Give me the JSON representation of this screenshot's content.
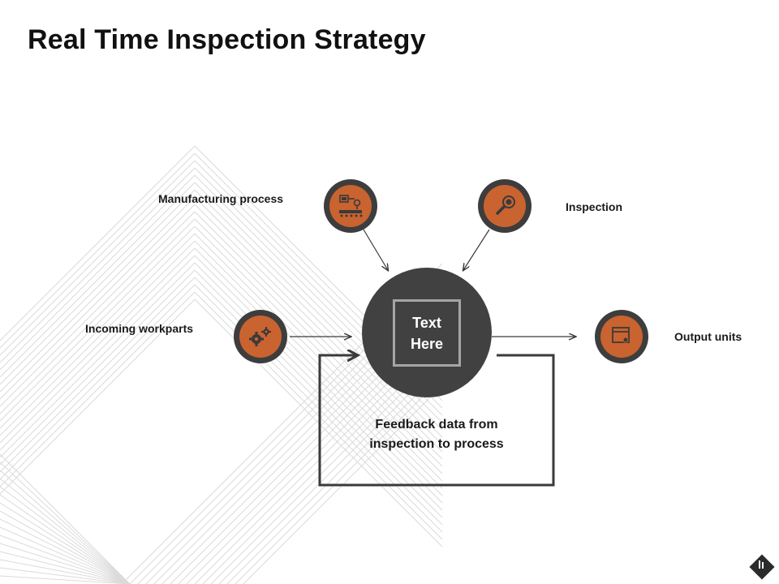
{
  "title": "Real Time Inspection Strategy",
  "center": {
    "line1": "Text",
    "line2": "Here"
  },
  "nodes": {
    "manufacturing": {
      "label": "Manufacturing process",
      "icon": "conveyor-robot-icon"
    },
    "inspection": {
      "label": "Inspection",
      "icon": "magnifier-icon"
    },
    "incoming": {
      "label": "Incoming workparts",
      "icon": "gears-icon"
    },
    "output": {
      "label": "Output units",
      "icon": "browser-settings-icon"
    }
  },
  "feedback": {
    "line1": "Feedback data from",
    "line2": "inspection to process"
  },
  "colors": {
    "accent": "#c9632f",
    "dark": "#404040",
    "ring": "#3a3a3a",
    "bg_lines": "#d6d6d6"
  }
}
